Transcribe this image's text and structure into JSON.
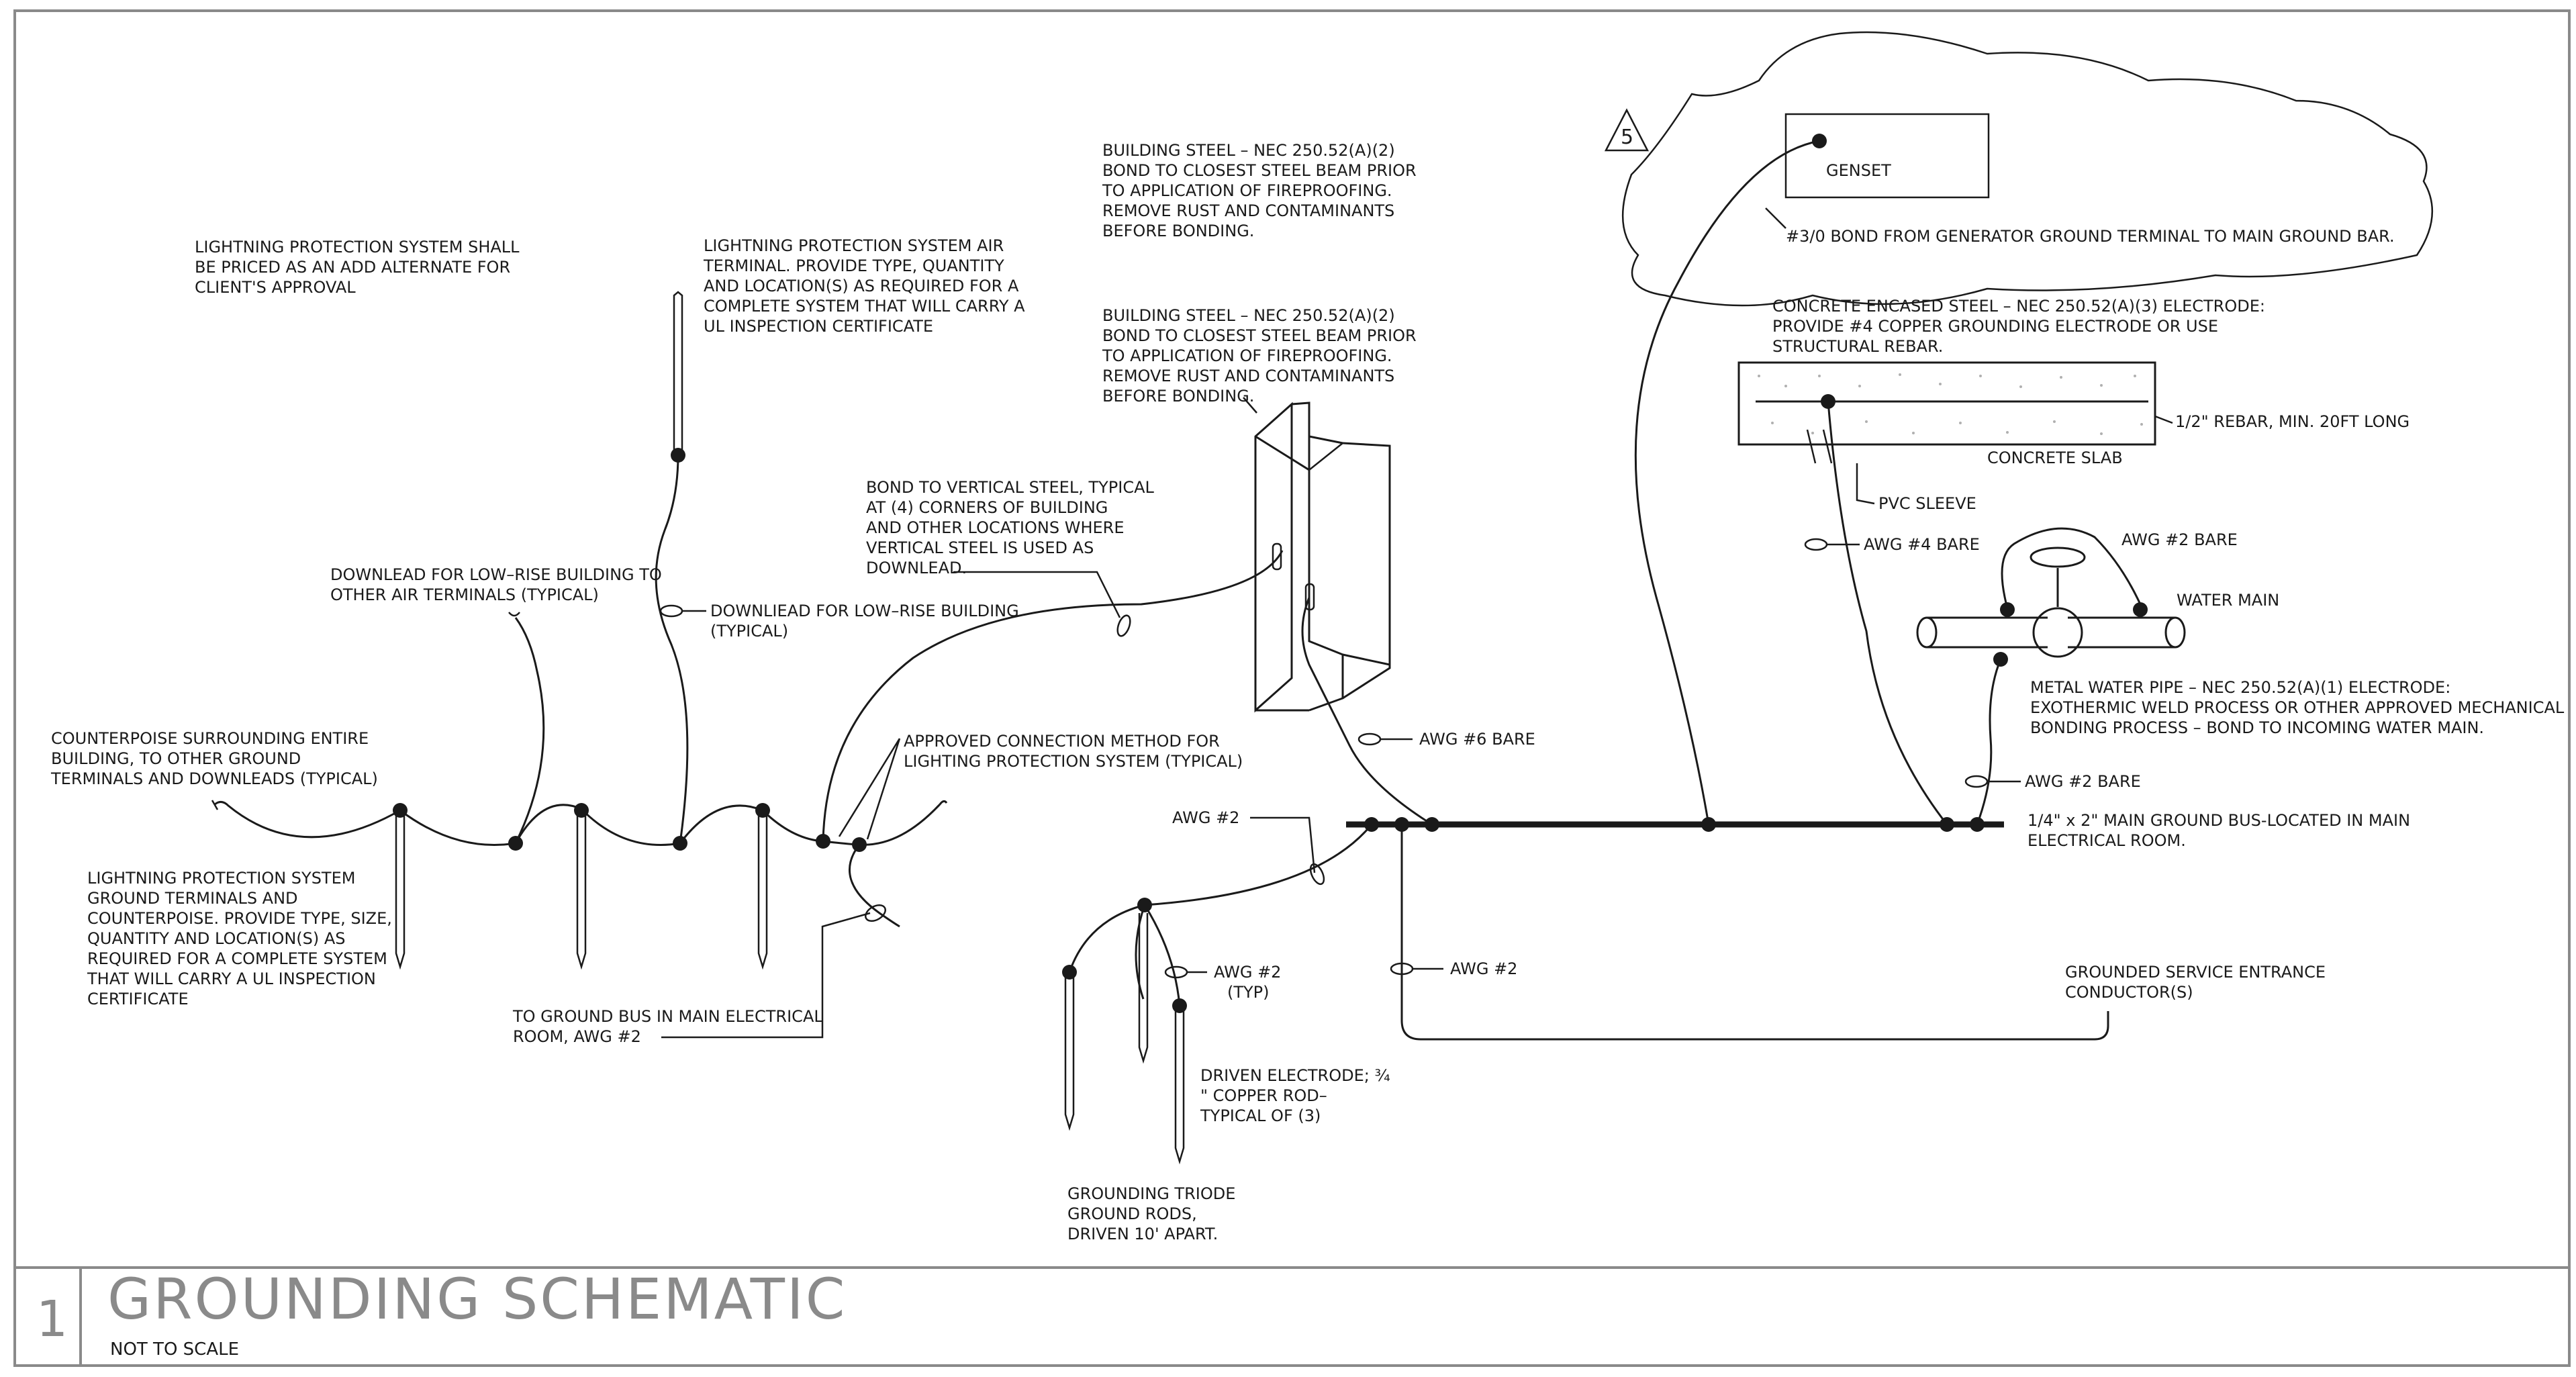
{
  "title_block": {
    "detail_number": "1",
    "title": "GROUNDING SCHEMATIC",
    "scale": "NOT TO SCALE"
  },
  "revision": {
    "delta": "5"
  },
  "notes": {
    "lps_alternate": [
      "LIGHTNING PROTECTION SYSTEM SHALL",
      "BE PRICED AS AN ADD ALTERNATE FOR",
      "CLIENT'S APPROVAL"
    ],
    "air_terminal": [
      "LIGHTNING PROTECTION SYSTEM AIR",
      "TERMINAL.  PROVIDE TYPE, QUANTITY",
      "AND LOCATION(S) AS REQUIRED FOR A",
      "COMPLETE SYSTEM THAT WILL CARRY A",
      "UL INSPECTION CERTIFICATE"
    ],
    "steel_top": [
      "BUILDING STEEL – NEC 250.52(A)(2)",
      "BOND TO CLOSEST STEEL BEAM PRIOR",
      "TO APPLICATION OF FIREPROOFING.",
      "REMOVE RUST AND CONTAMINANTS",
      "BEFORE BONDING."
    ],
    "steel_mid": [
      "BUILDING STEEL – NEC 250.52(A)(2)",
      "BOND TO CLOSEST STEEL BEAM PRIOR",
      "TO APPLICATION OF FIREPROOFING.",
      "REMOVE RUST AND CONTAMINANTS",
      "BEFORE BONDING."
    ],
    "genset": "GENSET",
    "genset_bond": "#3/0 BOND FROM GENERATOR GROUND TERMINAL TO MAIN GROUND BAR.",
    "concrete_encased": [
      "CONCRETE ENCASED STEEL – NEC 250.52(A)(3) ELECTRODE:",
      "PROVIDE #4 COPPER GROUNDING ELECTRODE OR USE",
      "STRUCTURAL REBAR."
    ],
    "rebar": "1/2\" REBAR, MIN. 20FT LONG",
    "concrete_slab": "CONCRETE SLAB",
    "pvc_sleeve": "PVC SLEEVE",
    "awg4_bare": "AWG #4 BARE",
    "awg2_bare_top": "AWG #2 BARE",
    "water_main": "WATER MAIN",
    "water_pipe": [
      "METAL WATER PIPE – NEC 250.52(A)(1) ELECTRODE:",
      "EXOTHERMIC WELD PROCESS OR OTHER APPROVED MECHANICAL",
      "BONDING PROCESS – BOND TO INCOMING WATER MAIN."
    ],
    "awg2_bare_low": "AWG #2 BARE",
    "main_bus": [
      "1/4\" x 2\" MAIN GROUND BUS-LOCATED IN MAIN",
      "ELECTRICAL ROOM."
    ],
    "bond_vertical": [
      "BOND TO VERTICAL STEEL, TYPICAL",
      "AT (4) CORNERS OF BUILDING",
      "AND OTHER LOCATIONS WHERE",
      "VERTICAL STEEL IS USED AS",
      "DOWNLEAD."
    ],
    "downlead_other": [
      "DOWNLEAD FOR LOW–RISE BUILDING TO",
      "OTHER AIR TERMINALS (TYPICAL)"
    ],
    "downlead_typ": [
      "DOWNLIEAD FOR LOW–RISE BUILDING",
      "(TYPICAL)"
    ],
    "awg6_bare": "AWG #6 BARE",
    "approved_conn": [
      "APPROVED CONNECTION METHOD FOR",
      "LIGHTING PROTECTION SYSTEM (TYPICAL)"
    ],
    "counterpoise": [
      "COUNTERPOISE SURROUNDING ENTIRE",
      "BUILDING, TO OTHER GROUND",
      "TERMINALS AND DOWNLEADS (TYPICAL)"
    ],
    "awg2_a": "AWG #2",
    "awg2_b": [
      "AWG #2",
      "(TYP)"
    ],
    "awg2_c": "AWG #2",
    "lps_ground": [
      "LIGHTNING PROTECTION SYSTEM",
      "GROUND TERMINALS AND",
      "COUNTERPOISE.  PROVIDE TYPE, SIZE,",
      "QUANTITY AND LOCATION(S) AS",
      "REQUIRED FOR A COMPLETE SYSTEM",
      "THAT WILL CARRY A UL INSPECTION",
      "CERTIFICATE"
    ],
    "to_ground_bus": [
      "TO GROUND BUS IN MAIN ELECTRICAL",
      "ROOM, AWG #2"
    ],
    "driven_electrode": [
      "DRIVEN ELECTRODE; ¾",
      "\" COPPER ROD–",
      "TYPICAL OF (3)"
    ],
    "service_entrance": [
      "GROUNDED SERVICE ENTRANCE",
      "CONDUCTOR(S)"
    ],
    "triode": [
      "GROUNDING TRIODE",
      "GROUND RODS,",
      "DRIVEN 10' APART."
    ]
  }
}
